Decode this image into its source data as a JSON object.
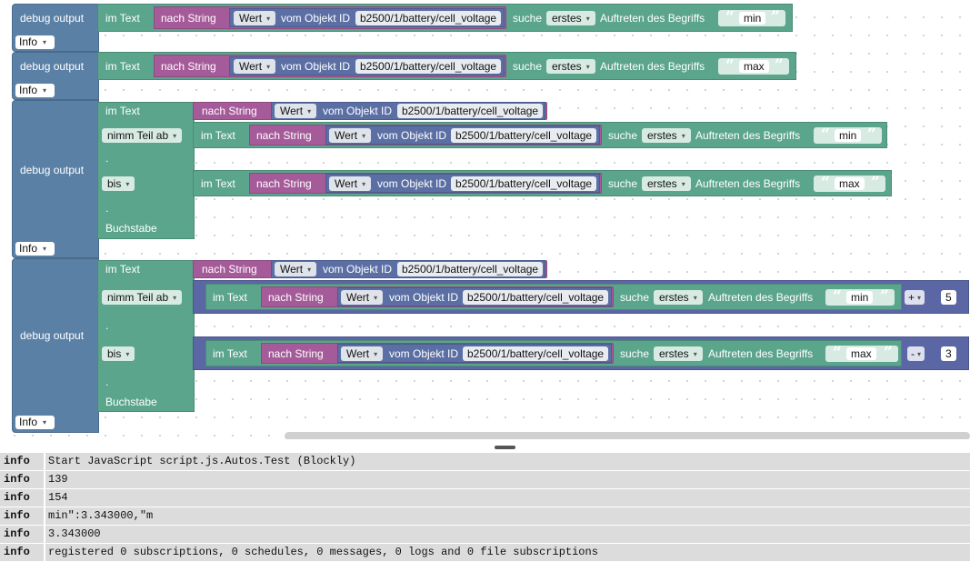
{
  "blocks": {
    "debug_label": "debug output",
    "info_label": "Info",
    "im_text": "im Text",
    "nach_string": "nach String",
    "wert": "Wert",
    "vom_objekt": "vom Objekt ID",
    "object_id": "b2500/1/battery/cell_voltage",
    "suche": "suche",
    "erstes": "erstes",
    "auftreten": "Auftreten des Begriffs",
    "term_min": "min",
    "term_max": "max",
    "nimm_teil": "nimm Teil ab",
    "bis": "bis",
    "buchstabe": "Buchstabe",
    "dot": ".",
    "op_plus": "+",
    "op_minus": "-",
    "num_5": "5",
    "num_3": "3",
    "quote_open": "“",
    "quote_close": "”",
    "caret": "▾"
  },
  "log": [
    {
      "level": "info",
      "message": "Start JavaScript script.js.Autos.Test (Blockly)"
    },
    {
      "level": "info",
      "message": "139"
    },
    {
      "level": "info",
      "message": "154"
    },
    {
      "level": "info",
      "message": "min\":3.343000,\"m"
    },
    {
      "level": "info",
      "message": "3.343000"
    },
    {
      "level": "info",
      "message": "registered 0 subscriptions, 0 schedules, 0 messages, 0 logs and 0 file subscriptions"
    }
  ],
  "colors": {
    "debug_block": "#5b80a5",
    "text_block": "#5ba58c",
    "string_block": "#a55b99",
    "object_block": "#5b6fa5",
    "log_row": "#dcdcdc"
  }
}
